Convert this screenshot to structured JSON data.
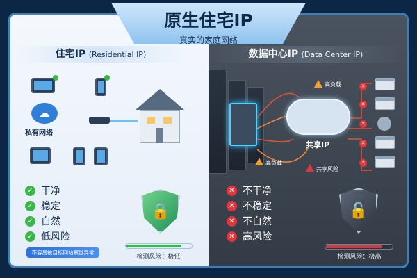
{
  "banner": {
    "title": "原生住宅IP",
    "subtitle": "真实的家庭网络"
  },
  "left": {
    "header_bold": "住宅IP",
    "header_en": "(Residential IP)",
    "network_label": "私有网络",
    "items": [
      {
        "label": "干净",
        "icon": "check-icon"
      },
      {
        "label": "稳定",
        "icon": "check-icon"
      },
      {
        "label": "自然",
        "icon": "check-icon"
      },
      {
        "label": "低风险",
        "icon": "check-icon"
      }
    ],
    "badge": "不容易被目标网站察觉异常",
    "risk_label": "检测风险：极低",
    "risk_level_percent": 85,
    "accent": "#3cb64a"
  },
  "right": {
    "header_bold": "数据中心IP",
    "header_en": "(Data Center IP)",
    "cloud_label": "共享IP",
    "warnings": [
      "高负载",
      "高负载",
      "共享风险"
    ],
    "items": [
      {
        "label": "不干净",
        "icon": "x-icon"
      },
      {
        "label": "不稳定",
        "icon": "x-icon"
      },
      {
        "label": "不自然",
        "icon": "x-icon"
      },
      {
        "label": "高风险",
        "icon": "x-icon"
      }
    ],
    "risk_label": "检测风险：极高",
    "risk_level_percent": 85,
    "accent": "#e0353a"
  }
}
